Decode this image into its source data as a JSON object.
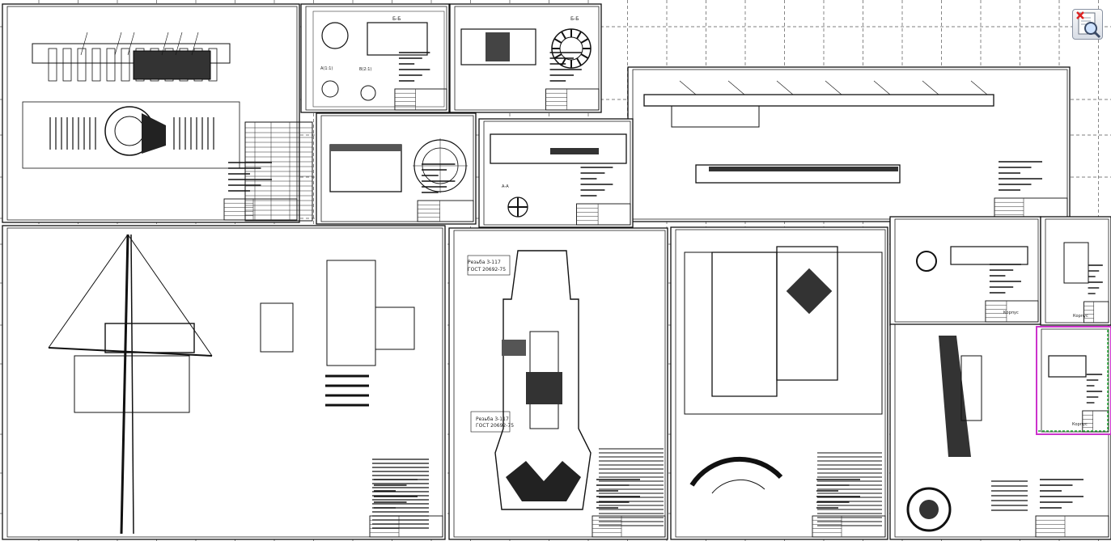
{
  "viewer": {
    "tool_icon": "zoom-reset-icon",
    "accent_green": "#22aa33",
    "accent_magenta": "#cc33cc"
  },
  "sheets": [
    {
      "id": "assembly-top",
      "stamp": "",
      "labels": []
    },
    {
      "id": "section-b",
      "stamp": "",
      "labels": [
        "Б-Б",
        "А(1:1)",
        "В(2:1)"
      ]
    },
    {
      "id": "detail-a",
      "stamp": "",
      "labels": [
        "Б-Б"
      ]
    },
    {
      "id": "shaft",
      "stamp": "",
      "labels": []
    },
    {
      "id": "sleeve",
      "stamp": "",
      "labels": []
    },
    {
      "id": "bushing",
      "stamp": "",
      "labels": [
        "А-А"
      ]
    },
    {
      "id": "rig",
      "stamp": "",
      "labels": []
    },
    {
      "id": "bit",
      "stamp": "",
      "labels": [
        "Резьба 3-117",
        "ГОСТ 20692-75",
        "Резьба 3-117",
        "ГОСТ 20692-75"
      ]
    },
    {
      "id": "joint",
      "stamp": "",
      "labels": []
    },
    {
      "id": "cone",
      "stamp": "",
      "labels": []
    },
    {
      "id": "small-1",
      "stamp": "Корпус",
      "labels": []
    },
    {
      "id": "small-2",
      "stamp": "Корпус",
      "labels": []
    },
    {
      "id": "small-3",
      "stamp": "Корпус",
      "labels": []
    }
  ]
}
